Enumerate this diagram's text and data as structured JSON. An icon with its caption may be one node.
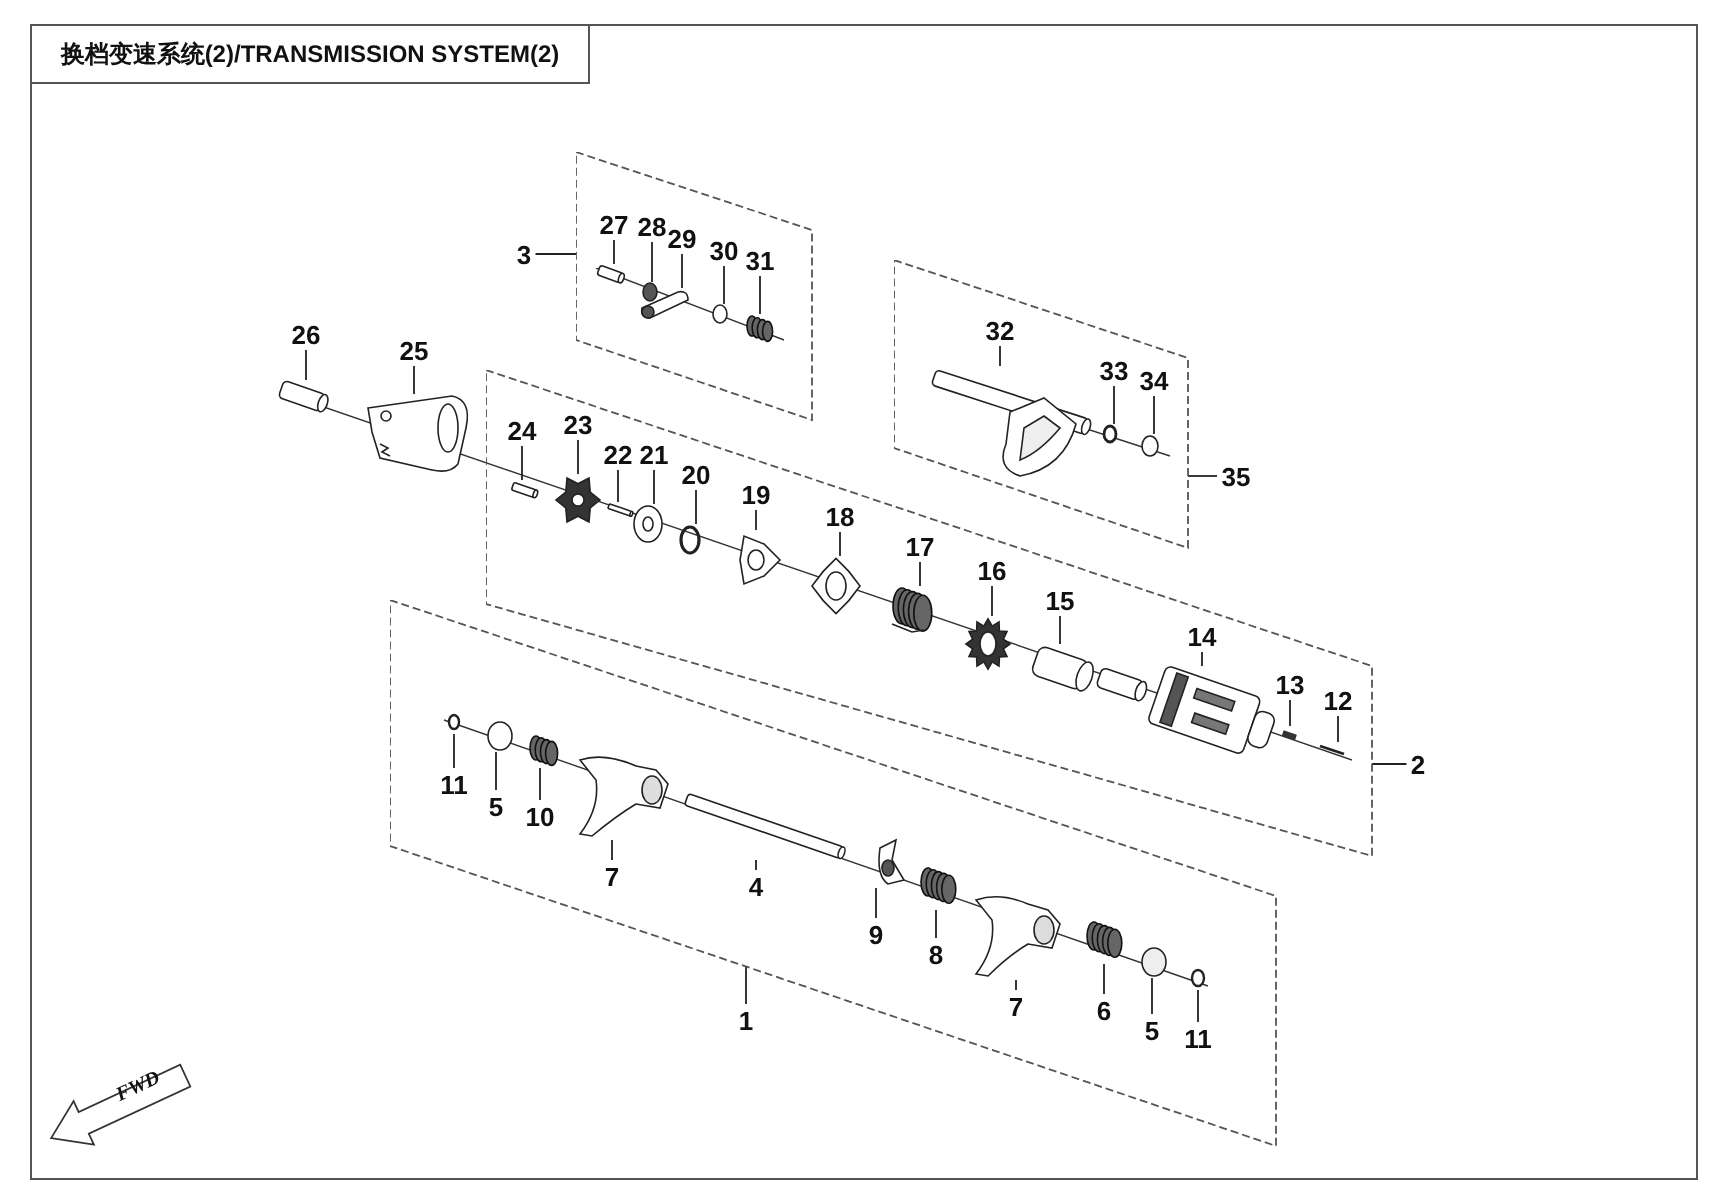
{
  "diagram": {
    "title": "换档变速系统(2)/TRANSMISSION SYSTEM(2)",
    "nodes": [
      {
        "text": [
          "3"
        ]
      },
      {
        "text": [],
        "shape": "box"
      },
      {
        "text": [
          "27"
        ],
        "in": 1
      },
      {
        "text": [
          "28"
        ],
        "in": 1
      },
      {
        "text": [
          "29"
        ],
        "in": 1
      },
      {
        "text": [
          "30"
        ],
        "in": 1
      },
      {
        "text": [
          "31"
        ],
        "in": 1
      },
      {
        "text": [
          "26"
        ]
      },
      {
        "text": [
          "25"
        ]
      },
      {
        "text": [],
        "shape": "box"
      },
      {
        "text": [
          "24"
        ],
        "in": 9
      },
      {
        "text": [
          "23"
        ],
        "in": 9
      },
      {
        "text": [
          "22"
        ],
        "in": 9
      },
      {
        "text": [
          "21"
        ],
        "in": 9
      },
      {
        "text": [
          "20"
        ],
        "in": 9
      },
      {
        "text": [
          "19"
        ],
        "in": 9
      },
      {
        "text": [
          "18"
        ],
        "in": 9
      },
      {
        "text": [
          "17"
        ],
        "in": 9
      },
      {
        "text": [
          "16"
        ],
        "in": 9
      },
      {
        "text": [
          "15"
        ],
        "in": 9
      },
      {
        "text": [
          "14"
        ],
        "in": 9
      },
      {
        "text": [
          "13"
        ],
        "in": 9
      },
      {
        "text": [
          "12"
        ],
        "in": 9
      },
      {
        "text": [
          "35"
        ]
      },
      {
        "text": [],
        "shape": "box"
      },
      {
        "text": [
          "32"
        ],
        "in": 24
      },
      {
        "text": [
          "33"
        ],
        "in": 24
      },
      {
        "text": [
          "34"
        ],
        "in": 24
      },
      {
        "text": [
          "2"
        ]
      },
      {
        "text": [],
        "shape": "box"
      },
      {
        "text": [
          "11"
        ],
        "in": 29
      },
      {
        "text": [
          "5"
        ],
        "in": 29
      },
      {
        "text": [
          "10"
        ],
        "in": 29
      },
      {
        "text": [
          "7"
        ],
        "in": 29
      },
      {
        "text": [
          "4"
        ],
        "in": 29
      },
      {
        "text": [
          "9"
        ],
        "in": 29
      },
      {
        "text": [
          "8"
        ],
        "in": 29
      },
      {
        "text": [
          "7"
        ],
        "in": 29
      },
      {
        "text": [
          "6"
        ],
        "in": 29
      },
      {
        "text": [
          "5"
        ],
        "in": 29
      },
      {
        "text": [
          "11"
        ],
        "in": 29
      },
      {
        "text": [
          "1"
        ]
      },
      {
        "text": [],
        "shape": "cylinder",
        "in": 1
      },
      {
        "text": [],
        "shape": "circle",
        "in": 1
      },
      {
        "text": [],
        "shape": "picture",
        "in": 1
      },
      {
        "text": [],
        "shape": "circle",
        "in": 1
      },
      {
        "text": [],
        "shape": "picture",
        "in": 1
      },
      {
        "text": [],
        "shape": "cylinder"
      },
      {
        "text": [],
        "shape": "picture"
      },
      {
        "text": [],
        "shape": "cylinder",
        "in": 9
      },
      {
        "text": [],
        "shape": "picture",
        "in": 9
      },
      {
        "text": [],
        "shape": "cylinder",
        "in": 9
      },
      {
        "text": [],
        "shape": "picture",
        "in": 9
      },
      {
        "text": [],
        "shape": "circle",
        "in": 9
      },
      {
        "text": [],
        "shape": "picture",
        "in": 9
      },
      {
        "text": [],
        "shape": "picture",
        "in": 9
      },
      {
        "text": [],
        "shape": "picture",
        "in": 9
      },
      {
        "text": [],
        "shape": "picture",
        "in": 9
      },
      {
        "text": [],
        "shape": "cylinder",
        "in": 9
      },
      {
        "text": [],
        "shape": "picture",
        "in": 9
      },
      {
        "text": [],
        "shape": "bar",
        "in": 9
      },
      {
        "text": [],
        "shape": "picture",
        "in": 9
      },
      {
        "text": [],
        "shape": "cylinder",
        "in": 24
      },
      {
        "text": [],
        "shape": "circle",
        "in": 24
      },
      {
        "text": [],
        "shape": "circle",
        "in": 24
      },
      {
        "text": [],
        "shape": "circle",
        "in": 29
      },
      {
        "text": [],
        "shape": "circle",
        "in": 29
      },
      {
        "text": [],
        "shape": "picture",
        "in": 29
      },
      {
        "text": [],
        "shape": "picture",
        "in": 29
      },
      {
        "text": [],
        "shape": "cylinder",
        "in": 29
      },
      {
        "text": [],
        "shape": "picture",
        "in": 29
      },
      {
        "text": [],
        "shape": "picture",
        "in": 29
      },
      {
        "text": [],
        "shape": "picture",
        "in": 29
      },
      {
        "text": [],
        "shape": "picture",
        "in": 29
      },
      {
        "text": [],
        "shape": "circle",
        "in": 29
      },
      {
        "text": [],
        "shape": "circle",
        "in": 29
      }
    ],
    "edges": [
      {
        "from": 0,
        "to": 1,
        "arrow": "none"
      },
      {
        "from": 2,
        "to": 42,
        "arrow": "none"
      },
      {
        "from": 3,
        "to": 43,
        "arrow": "none"
      },
      {
        "from": 4,
        "to": 44,
        "arrow": "none"
      },
      {
        "from": 5,
        "to": 45,
        "arrow": "none"
      },
      {
        "from": 6,
        "to": 46,
        "arrow": "none"
      },
      {
        "from": 7,
        "to": 47,
        "arrow": "none"
      },
      {
        "from": 8,
        "to": 48,
        "arrow": "none"
      },
      {
        "from": 10,
        "to": 49,
        "arrow": "none"
      },
      {
        "from": 11,
        "to": 50,
        "arrow": "none"
      },
      {
        "from": 12,
        "to": 51,
        "arrow": "none"
      },
      {
        "from": 13,
        "to": 52,
        "arrow": "none"
      },
      {
        "from": 14,
        "to": 53,
        "arrow": "none"
      },
      {
        "from": 15,
        "to": 54,
        "arrow": "none"
      },
      {
        "from": 16,
        "to": 55,
        "arrow": "none"
      },
      {
        "from": 17,
        "to": 56,
        "arrow": "none"
      },
      {
        "from": 18,
        "to": 57,
        "arrow": "none"
      },
      {
        "from": 19,
        "to": 58,
        "arrow": "none"
      },
      {
        "from": 20,
        "to": 59,
        "arrow": "none"
      },
      {
        "from": 21,
        "to": 60,
        "arrow": "none"
      },
      {
        "from": 22,
        "to": 61,
        "arrow": "none"
      },
      {
        "from": 23,
        "to": 24,
        "arrow": "none"
      },
      {
        "from": 25,
        "to": 62,
        "arrow": "none"
      },
      {
        "from": 26,
        "to": 63,
        "arrow": "none"
      },
      {
        "from": 27,
        "to": 64,
        "arrow": "none"
      },
      {
        "from": 28,
        "to": 9,
        "arrow": "none"
      },
      {
        "from": 30,
        "to": 65,
        "arrow": "none"
      },
      {
        "from": 31,
        "to": 66,
        "arrow": "none"
      },
      {
        "from": 32,
        "to": 67,
        "arrow": "none"
      },
      {
        "from": 33,
        "to": 68,
        "arrow": "none"
      },
      {
        "from": 34,
        "to": 69,
        "arrow": "none"
      },
      {
        "from": 35,
        "to": 70,
        "arrow": "none"
      },
      {
        "from": 36,
        "to": 71,
        "arrow": "none"
      },
      {
        "from": 37,
        "to": 72,
        "arrow": "none"
      },
      {
        "from": 38,
        "to": 73,
        "arrow": "none"
      },
      {
        "from": 39,
        "to": 74,
        "arrow": "none"
      },
      {
        "from": 40,
        "to": 75,
        "arrow": "none"
      },
      {
        "from": 41,
        "to": 29,
        "arrow": "none"
      }
    ],
    "labels": [
      "FWD"
    ]
  }
}
